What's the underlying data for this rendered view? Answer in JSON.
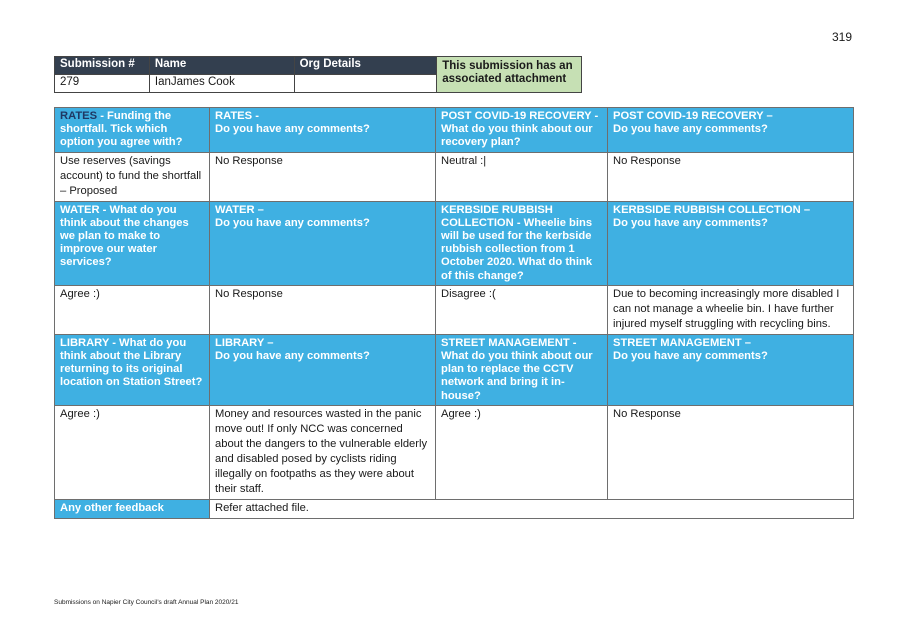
{
  "page_number": "319",
  "submission": {
    "headers": [
      "Submission #",
      "Name",
      "Org Details"
    ],
    "attachment_note": "This submission has an associated attachment",
    "number": "279",
    "name": "IanJames Cook",
    "org": ""
  },
  "rows": [
    {
      "cells": [
        {
          "topic": "RATES",
          "question": " - Funding the shortfall. Tick which option you agree with?"
        },
        {
          "topic": "",
          "question": "RATES - \nDo you have any comments?"
        },
        {
          "topic": "",
          "question": "POST COVID-19 RECOVERY - What do you think about our recovery plan?"
        },
        {
          "topic": "",
          "question": "POST COVID-19 RECOVERY –\nDo you have any comments?"
        }
      ],
      "answers": [
        "Use reserves (savings account) to fund the shortfall – Proposed",
        "No Response",
        "Neutral :|",
        "No Response"
      ]
    },
    {
      "cells": [
        {
          "topic": "",
          "question": "WATER - What do you think about the changes we plan to make to improve our water services?"
        },
        {
          "topic": "",
          "question": "WATER –\nDo you have any comments?"
        },
        {
          "topic": "",
          "question": "KERBSIDE RUBBISH COLLECTION - Wheelie bins will be used for the kerbside rubbish collection from 1 October 2020. What do think of this change?"
        },
        {
          "topic": "",
          "question": "KERBSIDE RUBBISH COLLECTION –\nDo you have any comments?"
        }
      ],
      "answers": [
        "Agree :)",
        "No Response",
        "Disagree :(",
        "Due to becoming increasingly more disabled I can not manage a wheelie bin. I have further injured myself struggling with recycling bins."
      ]
    },
    {
      "cells": [
        {
          "topic": "",
          "question": "LIBRARY - What do you think about the Library returning to its original location on Station Street?"
        },
        {
          "topic": "",
          "question": "LIBRARY –\nDo you have any comments?"
        },
        {
          "topic": "",
          "question": "STREET MANAGEMENT - What do you think about our plan to replace the CCTV network and bring it in-house?"
        },
        {
          "topic": "",
          "question": "STREET MANAGEMENT –\nDo you have any comments?"
        }
      ],
      "answers": [
        "Agree :)",
        "Money and resources wasted in the panic move out! If only NCC was concerned about the dangers to the vulnerable elderly and disabled posed by cyclists riding illegally on footpaths as they were about their staff.",
        "Agree :)",
        "No Response"
      ]
    }
  ],
  "other_feedback": {
    "label": "Any other feedback",
    "value": "Refer attached file."
  },
  "footer": "Submissions on Napier City Council's draft Annual Plan 2020/21"
}
